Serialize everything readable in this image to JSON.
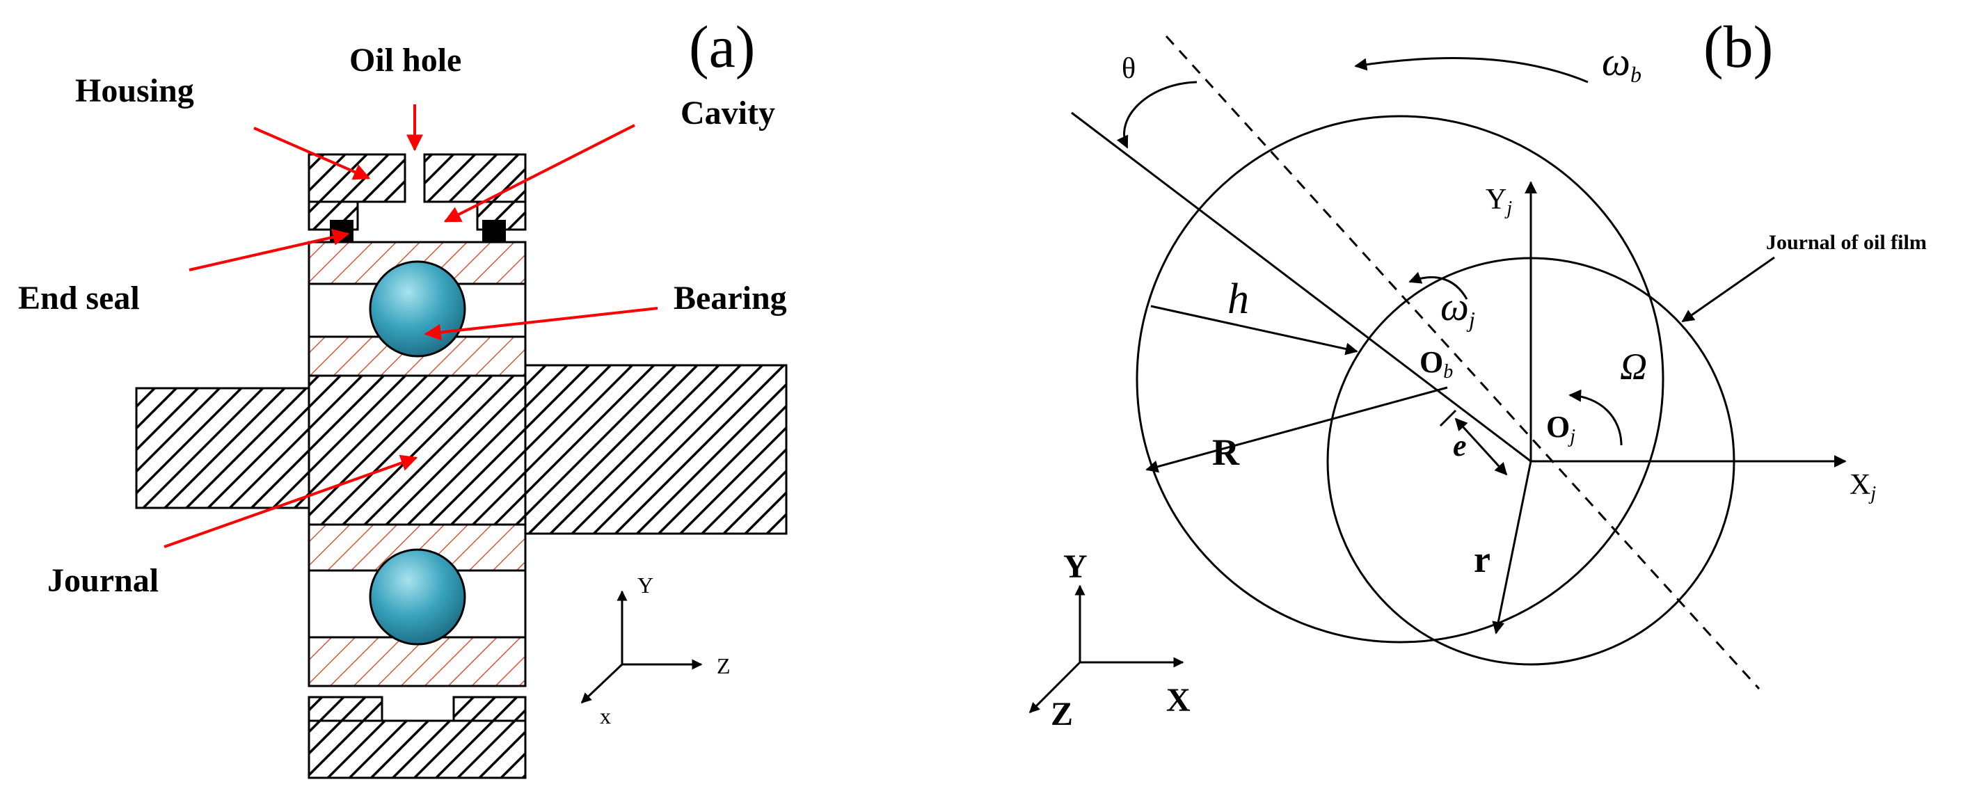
{
  "panel_a": {
    "title": "(a)",
    "labels": {
      "housing": "Housing",
      "oil_hole": "Oil hole",
      "cavity": "Cavity",
      "end_seal": "End seal",
      "bearing": "Bearing",
      "journal": "Journal"
    },
    "axes": {
      "y": "Y",
      "z": "Z",
      "x": "x"
    }
  },
  "panel_b": {
    "title": "(b)",
    "theta": "θ",
    "omega_b": {
      "sym": "ω",
      "sub": "b"
    },
    "omega_j": {
      "sym": "ω",
      "sub": "j"
    },
    "Omega": "Ω",
    "journal_of_oil_film": "Journal of oil film",
    "h": "h",
    "R": "R",
    "r": "r",
    "e": "e",
    "Ob": {
      "sym": "O",
      "sub": "b"
    },
    "Oj": {
      "sym": "O",
      "sub": "j"
    },
    "Yj": {
      "sym": "Y",
      "sub": "j"
    },
    "Xj": {
      "sym": "X",
      "sub": "j"
    },
    "global_axes": {
      "y": "Y",
      "x": "X",
      "z": "Z"
    }
  },
  "colors": {
    "ball": "#3aa3bd",
    "ball_light": "#8fd3e3",
    "ball_dark": "#1d6f86",
    "arrow_red": "#ff0000",
    "hatch_red": "#d9573a",
    "line": "#000000"
  }
}
